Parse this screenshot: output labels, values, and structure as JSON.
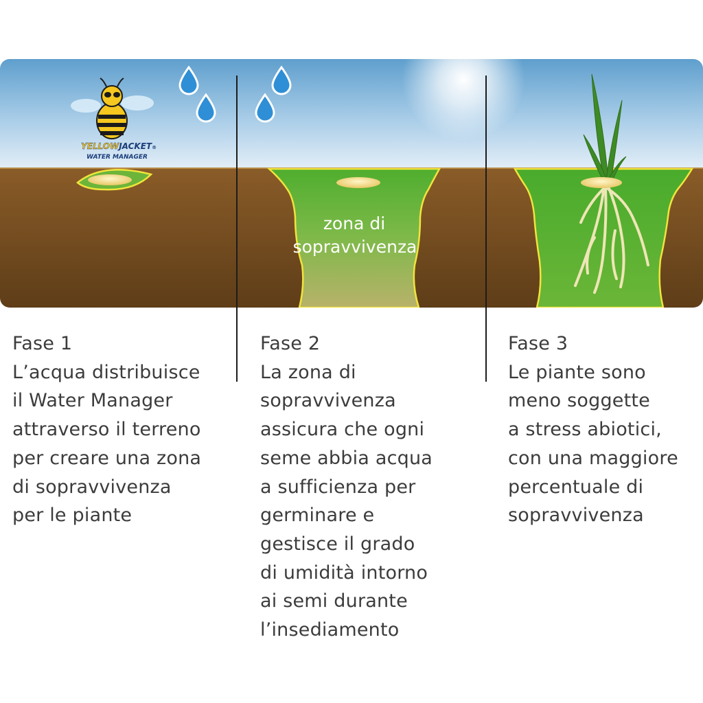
{
  "colors": {
    "sky_top": "#5f9fcd",
    "sky_bottom": "#dcebf6",
    "soil": "#7a5022",
    "soil_dark": "#5b3a17",
    "zone_green": "#6cb53a",
    "zone_outline": "#f2e43c",
    "drop": "#2f8fd6",
    "text": "#3c3c3c"
  },
  "logo": {
    "brand_part1": "YELLOW",
    "brand_part2": "JACKET",
    "registered": "®",
    "subtitle": "WATER MANAGER"
  },
  "diagram": {
    "zone_label_line1": "zona di",
    "zone_label_line2": "sopravvivenza"
  },
  "phases": [
    {
      "title": "Fase 1",
      "text": "L’acqua distribuisce\nil Water Manager\nattraverso il terreno\nper creare una zona\ndi sopravvivenza\nper le piante"
    },
    {
      "title": "Fase 2",
      "text": "La zona di\nsopravvivenza\nassicura che ogni\nseme abbia acqua\na sufficienza per\ngerminare e\ngestisce il grado\ndi umidità intorno\nai semi durante\nl’insediamento"
    },
    {
      "title": "Fase 3",
      "text": "Le piante sono\nmeno soggette\na stress abiotici,\ncon una maggiore\npercentuale di\nsopravvivenza"
    }
  ]
}
